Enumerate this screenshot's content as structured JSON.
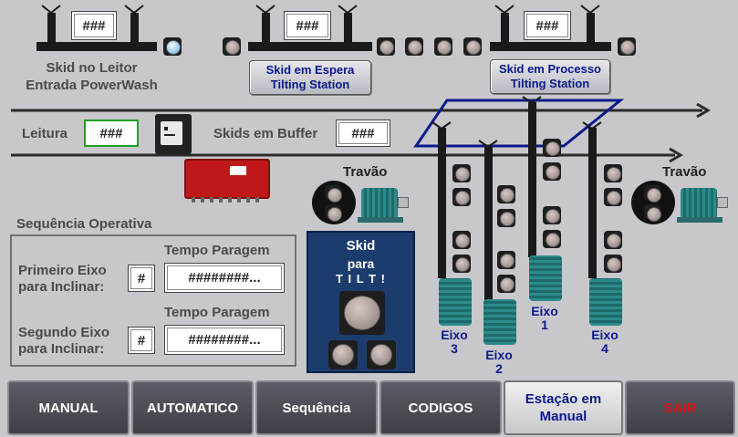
{
  "station1": {
    "value": "###",
    "label_line1": "Skid no Leitor",
    "label_line2": "Entrada PowerWash"
  },
  "station2": {
    "value": "###",
    "label_line1": "Skid em Espera",
    "label_line2": "Tilting Station"
  },
  "station3": {
    "value": "###",
    "label_line1": "Skid em Processo",
    "label_line2": "Tilting Station"
  },
  "reading": {
    "label": "Leitura",
    "value": "###"
  },
  "buffer": {
    "label": "Skids em Buffer",
    "value": "###"
  },
  "travao_left": "Travão",
  "travao_right": "Travão",
  "sequence": {
    "title": "Sequência Operativa",
    "time_header1": "Tempo Paragem",
    "time_header2": "Tempo Paragem",
    "first_axis_line1": "Primeiro Eixo",
    "first_axis_line2": "para Inclinar:",
    "first_axis_value": "#",
    "first_time_value": "########...",
    "second_axis_line1": "Segundo Eixo",
    "second_axis_line2": "para Inclinar:",
    "second_axis_value": "#",
    "second_time_value": "########..."
  },
  "tilt_panel": {
    "line1": "Skid",
    "line2": "para",
    "line3": "T I L T !"
  },
  "axes": [
    {
      "name": "Eixo",
      "number": "3"
    },
    {
      "name": "Eixo",
      "number": "2"
    },
    {
      "name": "Eixo",
      "number": "1"
    },
    {
      "name": "Eixo",
      "number": "4"
    }
  ],
  "nav": {
    "manual": "MANUAL",
    "automatico": "AUTOMATICO",
    "sequencia": "Sequência",
    "codigos": "CODIGOS",
    "estacao_line1": "Estação em",
    "estacao_line2": "Manual",
    "sair": "SAIR"
  },
  "colors": {
    "accent_blue": "#0b1a8c",
    "exit_red": "#e01010",
    "ok_green": "#22a022",
    "panel_blue": "#1d3c6e"
  }
}
